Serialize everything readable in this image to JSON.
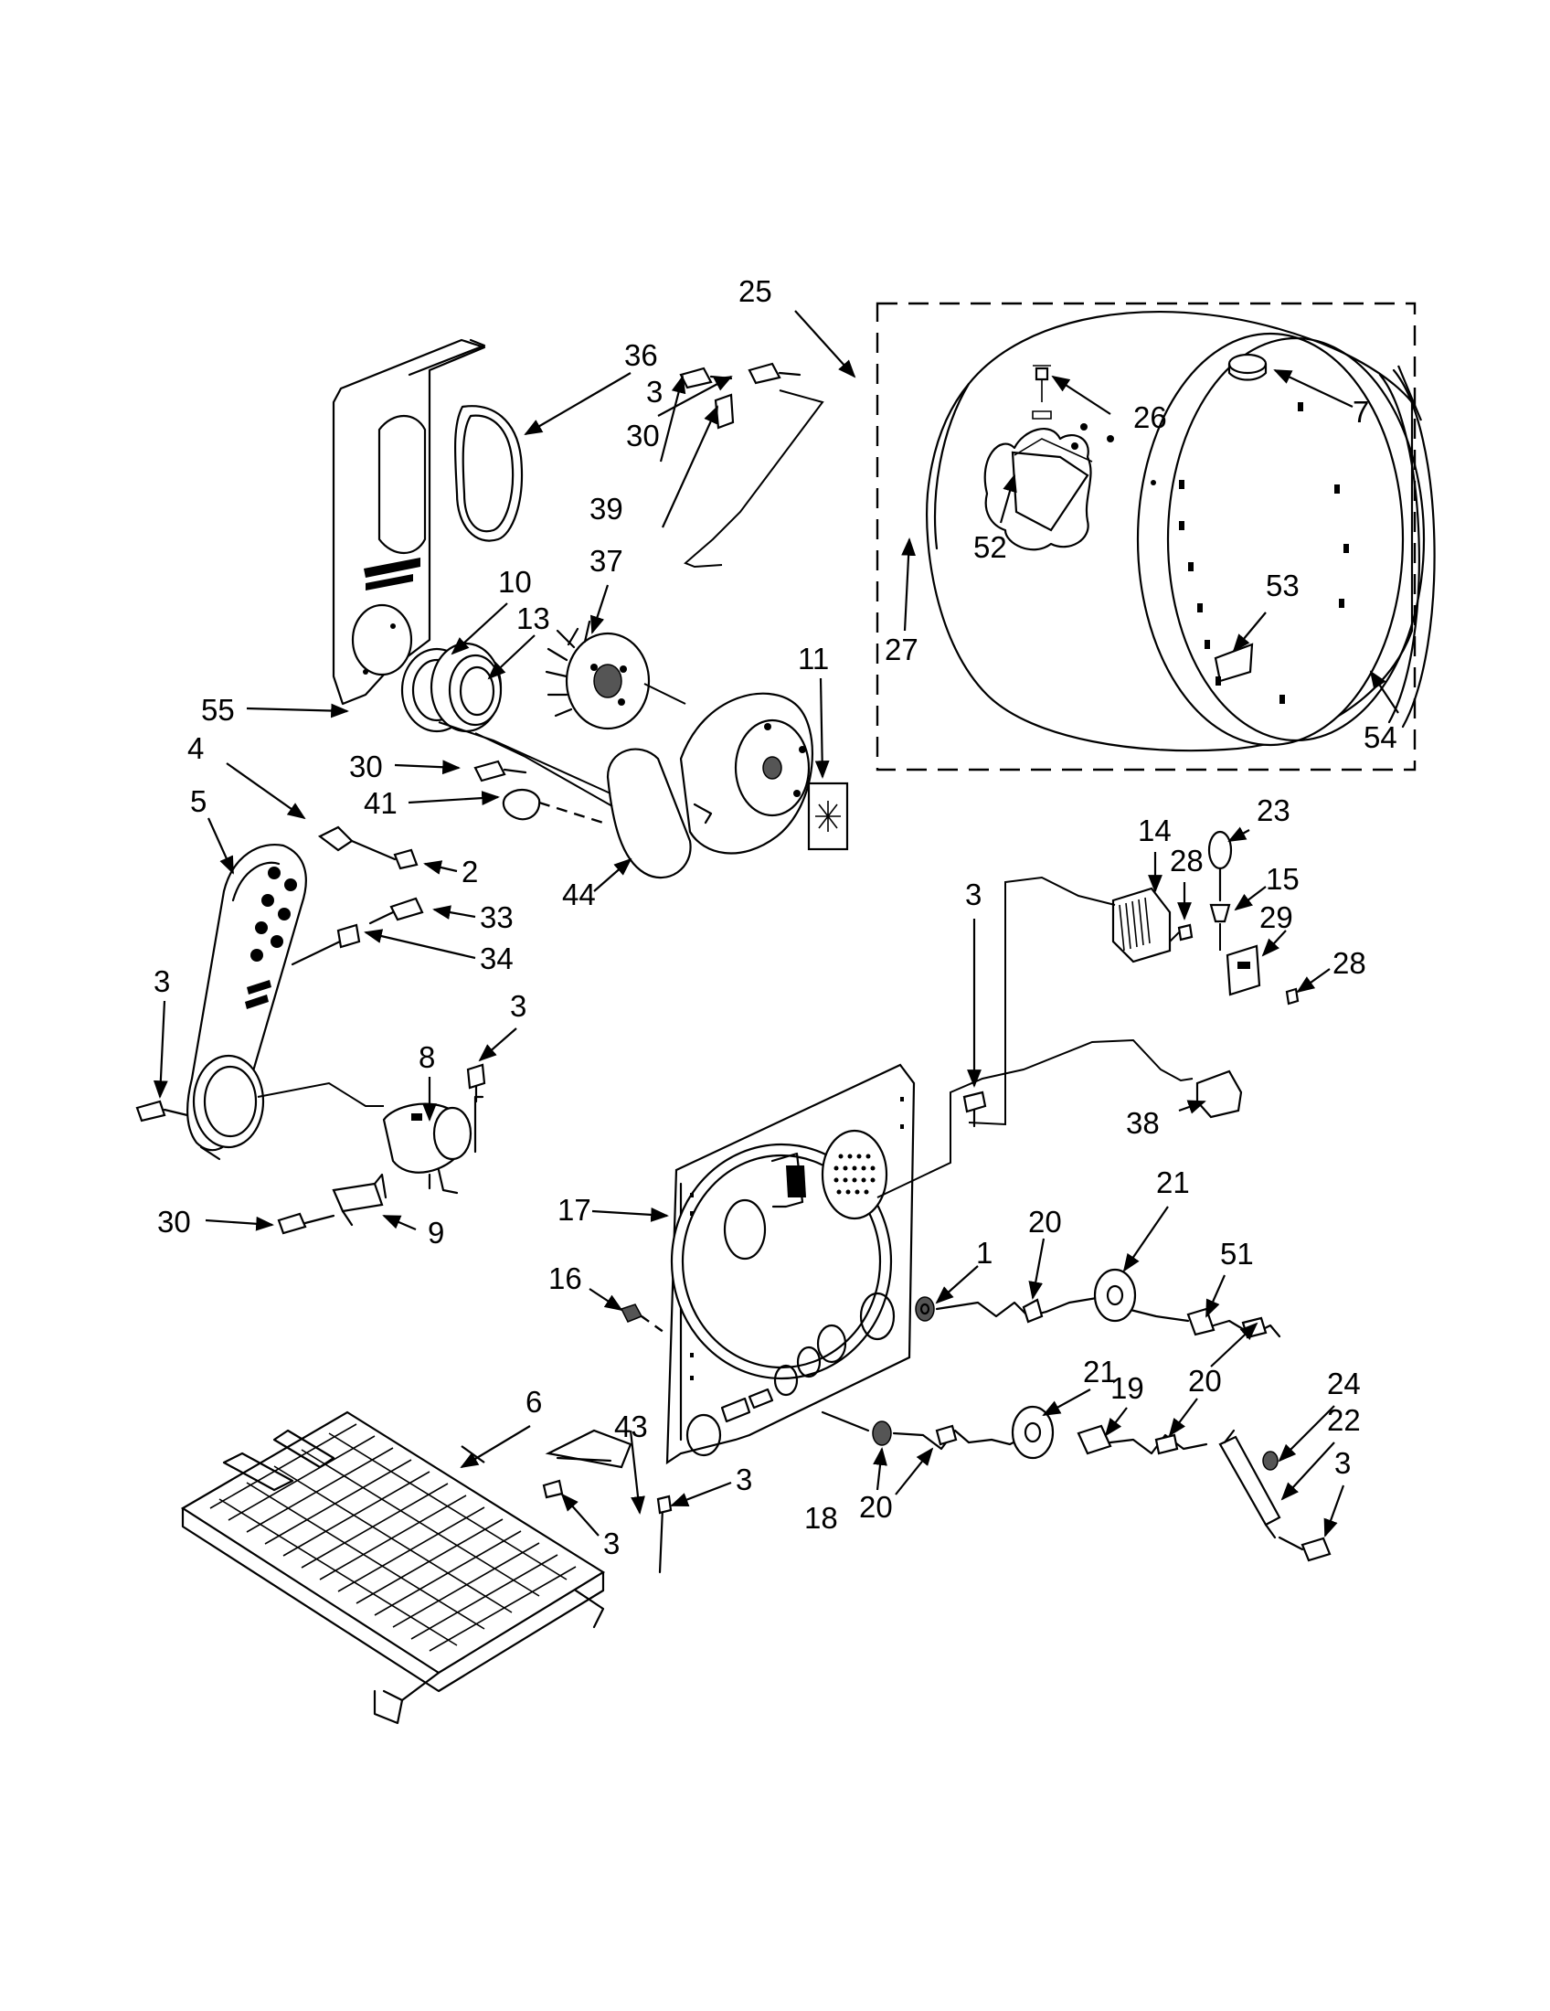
{
  "callouts": [
    {
      "id": "c25",
      "text": "25"
    },
    {
      "id": "c7",
      "text": "7"
    },
    {
      "id": "c26",
      "text": "26"
    },
    {
      "id": "c52",
      "text": "52"
    },
    {
      "id": "c27",
      "text": "27"
    },
    {
      "id": "c53",
      "text": "53"
    },
    {
      "id": "c54",
      "text": "54"
    },
    {
      "id": "c36",
      "text": "36"
    },
    {
      "id": "c3a",
      "text": "3"
    },
    {
      "id": "c30a",
      "text": "30"
    },
    {
      "id": "c39",
      "text": "39"
    },
    {
      "id": "c37",
      "text": "37"
    },
    {
      "id": "c10",
      "text": "10"
    },
    {
      "id": "c13",
      "text": "13"
    },
    {
      "id": "c11",
      "text": "11"
    },
    {
      "id": "c55",
      "text": "55"
    },
    {
      "id": "c4",
      "text": "4"
    },
    {
      "id": "c30b",
      "text": "30"
    },
    {
      "id": "c41",
      "text": "41"
    },
    {
      "id": "c5",
      "text": "5"
    },
    {
      "id": "c2",
      "text": "2"
    },
    {
      "id": "c44",
      "text": "44"
    },
    {
      "id": "c33",
      "text": "33"
    },
    {
      "id": "c34",
      "text": "34"
    },
    {
      "id": "c3b",
      "text": "3"
    },
    {
      "id": "c8",
      "text": "8"
    },
    {
      "id": "c3c",
      "text": "3"
    },
    {
      "id": "c30c",
      "text": "30"
    },
    {
      "id": "c9",
      "text": "9"
    },
    {
      "id": "c14",
      "text": "14"
    },
    {
      "id": "c28a",
      "text": "28"
    },
    {
      "id": "c23",
      "text": "23"
    },
    {
      "id": "c15",
      "text": "15"
    },
    {
      "id": "c29",
      "text": "29"
    },
    {
      "id": "c28b",
      "text": "28"
    },
    {
      "id": "c3d",
      "text": "3"
    },
    {
      "id": "c38",
      "text": "38"
    },
    {
      "id": "c17",
      "text": "17"
    },
    {
      "id": "c16",
      "text": "16"
    },
    {
      "id": "c1",
      "text": "1"
    },
    {
      "id": "c20a",
      "text": "20"
    },
    {
      "id": "c21a",
      "text": "21"
    },
    {
      "id": "c51",
      "text": "51"
    },
    {
      "id": "c20b",
      "text": "20"
    },
    {
      "id": "c6",
      "text": "6"
    },
    {
      "id": "c43",
      "text": "43"
    },
    {
      "id": "c21b",
      "text": "21"
    },
    {
      "id": "c19",
      "text": "19"
    },
    {
      "id": "c24",
      "text": "24"
    },
    {
      "id": "c22",
      "text": "22"
    },
    {
      "id": "c3e",
      "text": "3"
    },
    {
      "id": "c3f",
      "text": "3"
    },
    {
      "id": "c3g",
      "text": "3"
    },
    {
      "id": "c18",
      "text": "18"
    },
    {
      "id": "c20c",
      "text": "20"
    },
    {
      "id": "c20d",
      "text": "20"
    }
  ]
}
